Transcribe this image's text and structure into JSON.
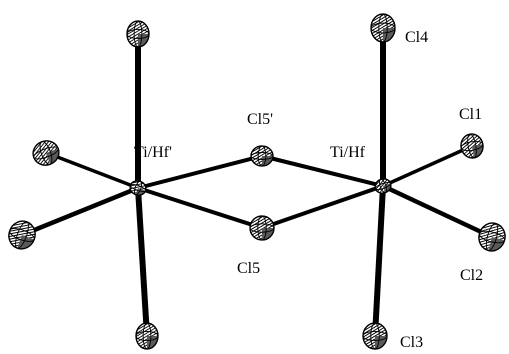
{
  "labels": {
    "ti_hf_prime": "Ti/Hf'",
    "ti_hf": "Ti/Hf",
    "cl5_prime": "Cl5'",
    "cl5": "Cl5",
    "cl1": "Cl1",
    "cl2": "Cl2",
    "cl3": "Cl3",
    "cl4": "Cl4"
  },
  "colors": {
    "bond": "#000000",
    "atom_fill": "#ffffff",
    "atom_octant": "#5a5a5a",
    "background": "#ffffff"
  }
}
